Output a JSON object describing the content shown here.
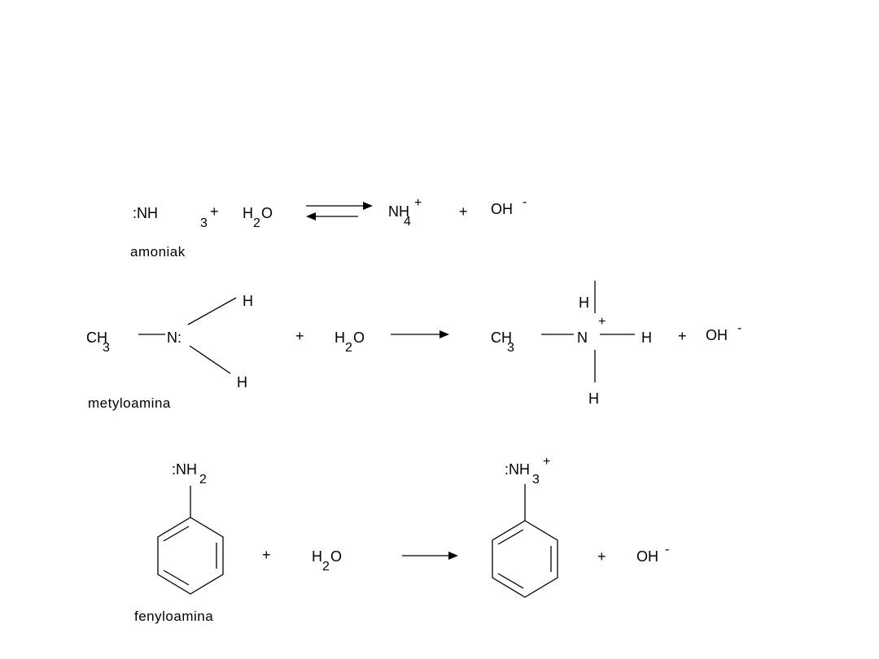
{
  "reaction1": {
    "reactant1": ":NH",
    "reactant1_sub": "3",
    "plus1": "+",
    "water": "H",
    "water_sub": "2",
    "water_o": "O",
    "product1": "NH",
    "product1_sub": "4",
    "product1_charge": "+",
    "plus2": "+",
    "hydroxide": "OH",
    "hydroxide_charge": "-",
    "name": "amoniak",
    "arrow": "equilibrium"
  },
  "reaction2": {
    "ch3": "CH",
    "ch3_sub": "3",
    "n": "N:",
    "h_top": "H",
    "h_bottom": "H",
    "plus1": "+",
    "water": "H",
    "water_sub": "2",
    "water_o": "O",
    "p_ch3": "CH",
    "p_ch3_sub": "3",
    "p_n": "N",
    "p_charge": "+",
    "p_h_top": "H",
    "p_h_right": "H",
    "p_h_bottom": "H",
    "plus2": "+",
    "hydroxide": "OH",
    "hydroxide_charge": "-",
    "name": "metyloamina"
  },
  "reaction3": {
    "amine": ":NH",
    "amine_sub": "2",
    "plus1": "+",
    "water": "H",
    "water_sub": "2",
    "water_o": "O",
    "p_amine": ":NH",
    "p_amine_sub": "3",
    "p_charge": "+",
    "plus2": "+",
    "hydroxide": "OH",
    "hydroxide_charge": "-",
    "name": "fenyloamina"
  }
}
